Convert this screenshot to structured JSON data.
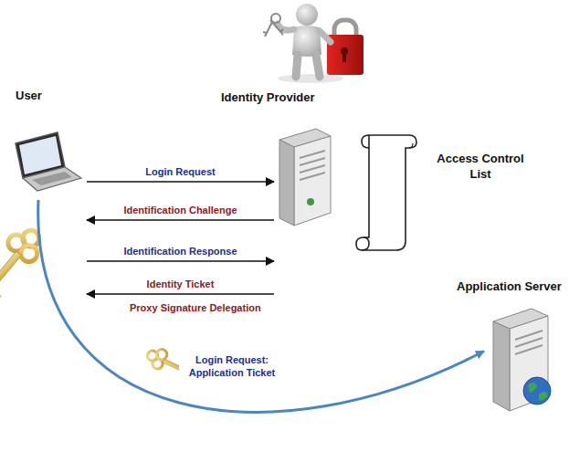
{
  "diagram": {
    "nodes": [
      {
        "text": [
          "User"
        ]
      },
      {
        "text": [
          "Identity Provider"
        ]
      },
      {
        "text": [
          "Access Control List"
        ]
      },
      {
        "text": [
          "Application Server"
        ]
      }
    ],
    "edges": [
      {
        "from": 0,
        "to": 1,
        "label": "Login Request",
        "arrow": "to"
      },
      {
        "from": 1,
        "to": 0,
        "label": "Identification Challenge",
        "arrow": "to"
      },
      {
        "from": 0,
        "to": 1,
        "label": "Identification Response",
        "arrow": "to"
      },
      {
        "from": 1,
        "to": 0,
        "label": "Identity Ticket",
        "arrow": "to"
      },
      {
        "from": 0,
        "to": 3,
        "label": "Login Request: Application Ticket",
        "arrow": "to"
      }
    ],
    "labels": [
      "Proxy Signature Delegation"
    ]
  }
}
